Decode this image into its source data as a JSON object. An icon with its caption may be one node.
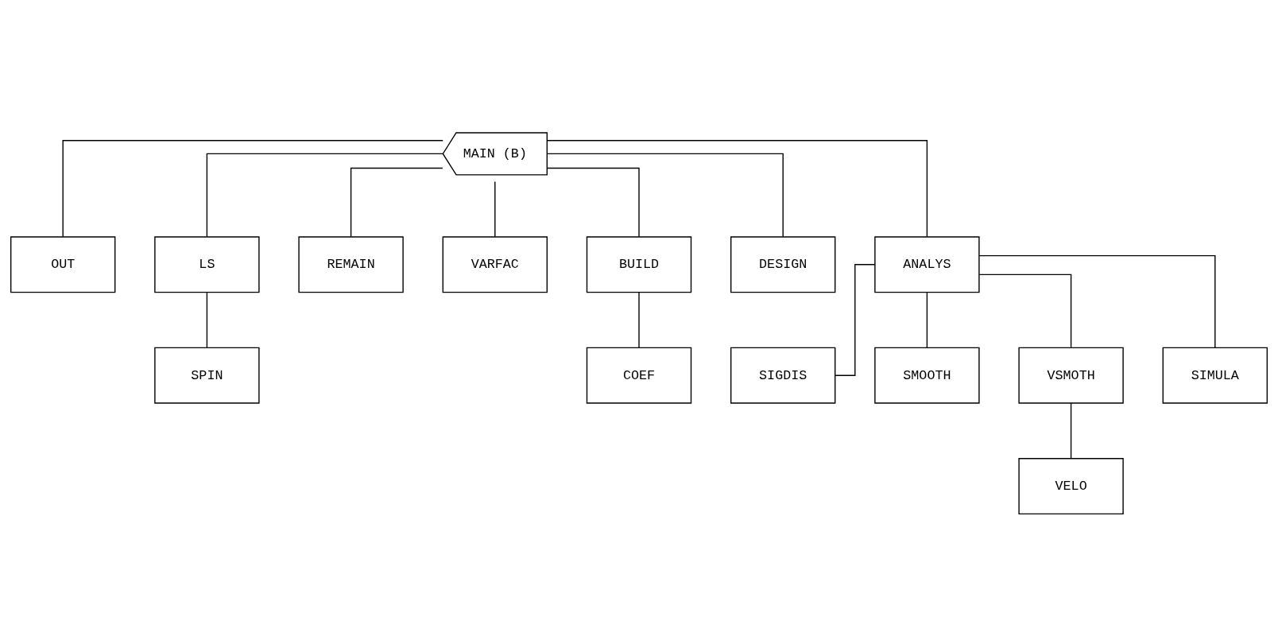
{
  "diagram": {
    "nodes": [
      {
        "text": [
          "MAIN (B)"
        ]
      },
      {
        "text": [
          "OUT"
        ]
      },
      {
        "text": [
          "LS"
        ]
      },
      {
        "text": [
          "REMAIN"
        ]
      },
      {
        "text": [
          "VARFAC"
        ]
      },
      {
        "text": [
          "BUILD"
        ]
      },
      {
        "text": [
          "DESIGN"
        ]
      },
      {
        "text": [
          "ANALYS"
        ]
      },
      {
        "text": [
          "SPIN"
        ]
      },
      {
        "text": [
          "COEF"
        ]
      },
      {
        "text": [
          "SIGDIS"
        ]
      },
      {
        "text": [
          "SMOOTH"
        ]
      },
      {
        "text": [
          "VSMOTH"
        ]
      },
      {
        "text": [
          "SIMULA"
        ]
      },
      {
        "text": [
          "VELO"
        ]
      }
    ],
    "edges": [
      {
        "from": 0,
        "to": 1,
        "arrow": "none"
      },
      {
        "from": 0,
        "to": 2,
        "arrow": "none"
      },
      {
        "from": 0,
        "to": 3,
        "arrow": "none"
      },
      {
        "from": 0,
        "to": 4,
        "arrow": "none"
      },
      {
        "from": 0,
        "to": 5,
        "arrow": "none"
      },
      {
        "from": 0,
        "to": 6,
        "arrow": "none"
      },
      {
        "from": 0,
        "to": 7,
        "arrow": "none"
      },
      {
        "from": 2,
        "to": 8,
        "arrow": "none"
      },
      {
        "from": 5,
        "to": 9,
        "arrow": "none"
      },
      {
        "from": 7,
        "to": 10,
        "arrow": "none"
      },
      {
        "from": 7,
        "to": 11,
        "arrow": "none"
      },
      {
        "from": 7,
        "to": 12,
        "arrow": "none"
      },
      {
        "from": 7,
        "to": 13,
        "arrow": "none"
      },
      {
        "from": 12,
        "to": 14,
        "arrow": "none"
      }
    ]
  }
}
